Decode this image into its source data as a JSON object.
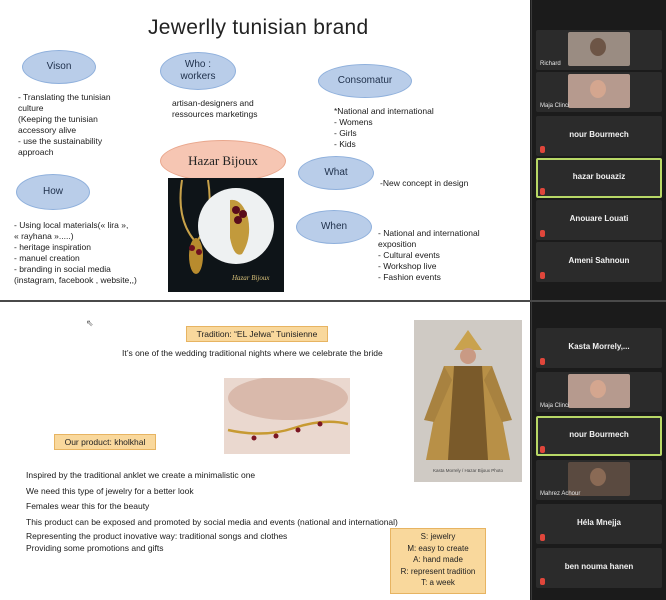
{
  "top_slide": {
    "title": "Jewerlly  tunisian brand",
    "ovals": {
      "vision": "Vison",
      "who": "Who :\nworkers",
      "consumer": "Consomatur",
      "how": "How",
      "brand": "Hazar Bijoux",
      "what": "What",
      "when": "When"
    },
    "vision_lines": [
      "-   Translating the tunisian",
      "     culture",
      " (Keeping the tunisian",
      " accessory alive",
      "  -    use the sustainability",
      "       approach"
    ],
    "who_lines": [
      "artisan-designers and",
      "ressources marketings"
    ],
    "consumer_lines": [
      "*National and international",
      "  -   Womens",
      "  -   Girls",
      "  -   Kids"
    ],
    "what_line": "-New concept in design",
    "how_lines": [
      "-   Using local materials(« lira »,",
      "     « rayhana ».....)",
      "-   heritage inspiration",
      "-   manuel creation",
      "- branding in social media",
      "(instagram, facebook , website,,)"
    ],
    "when_lines": [
      "-   National  and international",
      "     exposition",
      "-   Cultural  events",
      "-   Workshop  live",
      "-   Fashion events"
    ],
    "signature": "Hazar Bijoux"
  },
  "bottom_slide": {
    "tradition_label": "Tradition: “EL Jelwa” Tunisienne",
    "tradition_sentence": "It’s one of the wedding traditional nights where we celebrate the bride",
    "product_label": "Our product: kholkhal",
    "photo_caption": "Kasta Morrely / Hazar Bijoux Photo",
    "body_lines": [
      "Inspired by the traditional anklet we create a minimalistic one",
      "We need this type of jewelry for a better look",
      "Females wear this for the beauty",
      "This product can be exposed and promoted by social media and events (national and international)",
      "Representing the product inovative way: traditional songs and clothes",
      "              Providing some promotions and gifts"
    ],
    "smart_lines": [
      "S: jewelry",
      "M: easy to create",
      "A: hand made",
      "R: represent tradition",
      "T: a week"
    ]
  },
  "top_participants": [
    {
      "name": "",
      "sub": "Richard",
      "kind": "video"
    },
    {
      "name": "",
      "sub": "Maja Clinci",
      "kind": "video"
    },
    {
      "name": "nour Bourmech",
      "kind": "name"
    },
    {
      "name": "hazar bouaziz",
      "kind": "name",
      "active": true
    },
    {
      "name": "Anouare Louati",
      "kind": "name"
    },
    {
      "name": "Ameni Sahnoun",
      "kind": "name"
    }
  ],
  "bottom_participants": [
    {
      "name": "Kasta  Morrely,...",
      "kind": "name"
    },
    {
      "name": "",
      "sub": "Maja Clinci",
      "kind": "video"
    },
    {
      "name": "nour Bourmech",
      "kind": "name",
      "active": true
    },
    {
      "name": "",
      "sub": "Mahrez Achour",
      "kind": "video"
    },
    {
      "name": "Héla Mnejja",
      "kind": "name"
    },
    {
      "name": "ben nouma hanen",
      "kind": "name"
    }
  ],
  "colors": {
    "oval_blue": "#b9cde9",
    "oval_pink": "#f6c6b3",
    "highlight": "#f9d89c",
    "active_tile": "#b8d866",
    "mic_muted": "#e0463b"
  }
}
